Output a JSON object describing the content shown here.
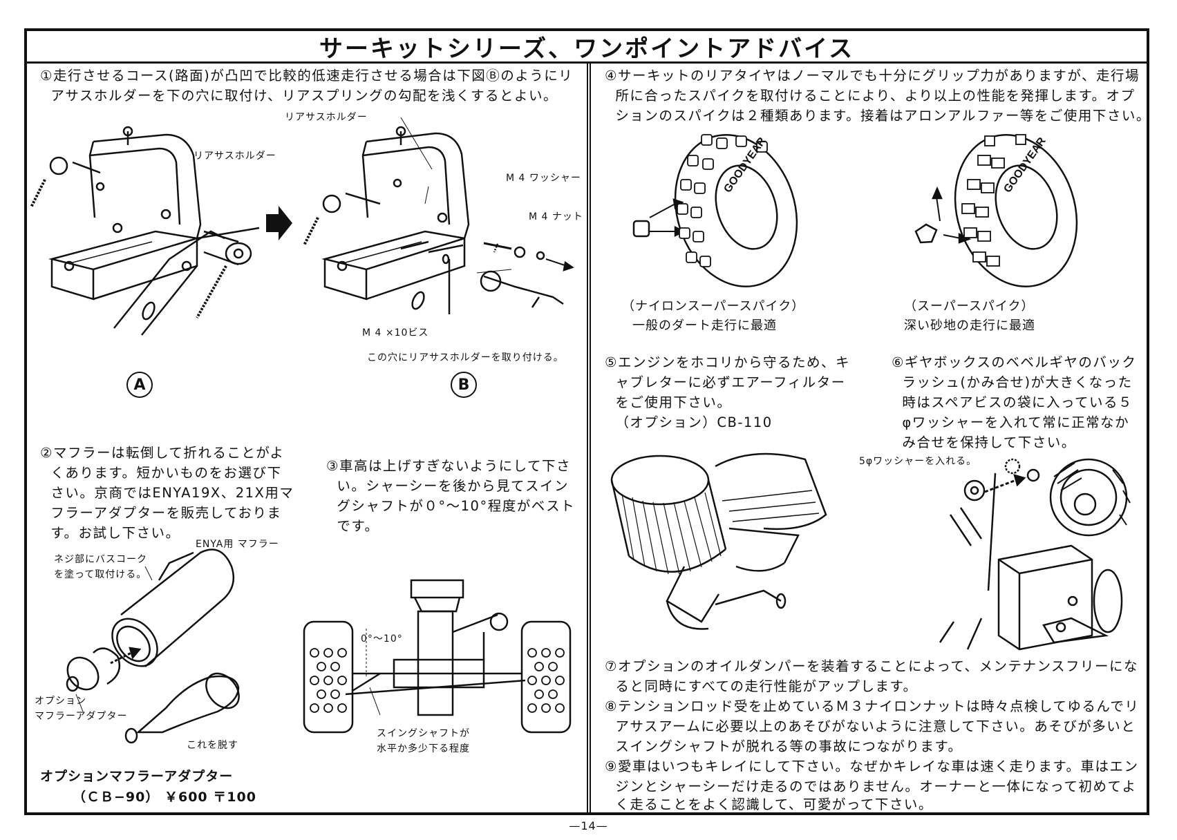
{
  "title": "サーキットシリーズ、ワンポイントアドバイス",
  "sections": {
    "s1": {
      "lines": [
        "①走行させるコース(路面)が凸凹で比較的低速走行させる場合は下図Ⓑのようにリ",
        "  アサスホルダーを下の穴に取付け、リアスプリングの勾配を浅くするとよい。"
      ]
    },
    "s1_labels": {
      "rear_holder_b": "リアサスホルダー",
      "rear_holder_a": "リアサスホルダー",
      "washer": "M 4 ワッシャー",
      "nut": "M 4 ナット",
      "screw": "M 4 ×10ビス",
      "hole_note": "この穴にリアサスホルダーを取り付ける。",
      "fig_a": "A",
      "fig_b": "B"
    },
    "s2": {
      "lines": [
        "②マフラーは転倒して折れることがよ",
        "  くあります。短かいものをお選び下",
        "  さい。京商ではENYA19X、21X用マ",
        "  フラーアダプターを販売しておりま",
        "  す。お試し下さい。"
      ]
    },
    "s2_labels": {
      "enya_muffler": "ENYA用 マフラー",
      "sealant_1": "ネジ部にバスコーク",
      "sealant_2": "を塗って取付ける。",
      "option_1": "オプション",
      "option_2": "マフラーアダプター",
      "remove": "これを脱す",
      "product_name": "オプションマフラーアダプター",
      "product_code": "（ＣＢ−90） ￥600 〒100"
    },
    "s3": {
      "lines": [
        "③車高は上げすぎないようにして下さ",
        "  い。シャーシーを後から見てスイン",
        "  グシャフトが０°〜10°程度がベスト",
        "  です。"
      ]
    },
    "s3_labels": {
      "angle": "0°〜10°",
      "swing_1": "スイングシャフトが",
      "swing_2": "水平か多少下る程度"
    },
    "s4": {
      "lines": [
        "④サーキットのリアタイヤはノーマルでも十分にグリップ力がありますが、走行場",
        "  所に合ったスパイクを取付けることにより、より以上の性能を発揮します。オプ",
        "  ションのスパイクは２種類あります。接着はアロンアルファー等をご使用下さい。"
      ]
    },
    "s4_labels": {
      "nylon_title": "（ナイロンスーパースパイク）",
      "nylon_desc": "一般のダート走行に最適",
      "super_title": "（スーパースパイク）",
      "super_desc": "深い砂地の走行に最適",
      "tire_brand": "GOODYEAR"
    },
    "s5": {
      "lines": [
        "⑤エンジンをホコリから守るため、キ",
        "  ャブレターに必ずエアーフィルター",
        "  をご使用下さい。",
        "  （オプション）CB-110"
      ]
    },
    "s6": {
      "lines": [
        "⑥ギヤボックスのベベルギヤのバック",
        "  ラッシュ(かみ合せ)が大きくなった",
        "  時はスペアビスの袋に入っている５",
        "  φワッシャーを入れて常に正常なか",
        "  み合せを保持して下さい。"
      ]
    },
    "s6_labels": {
      "washer_note": "5φワッシャーを入れる。"
    },
    "s789": {
      "lines": [
        "⑦オプションのオイルダンパーを装着することによって、メンテナンスフリーにな",
        "  ると同時にすべての走行性能がアップします。",
        "⑧テンションロッド受を止めているＭ３ナイロンナットは時々点検してゆるんでリ",
        "  アサスアームに必要以上のあそびがないように注意して下さい。あそびが多いと",
        "  スイングシャフトが脱れる等の事故につながります。",
        "⑨愛車はいつもキレイにして下さい。なぜかキレイな車は速く走ります。車はエン",
        "  ジンとシャーシーだけ走るのではありません。オーナーと一体になって初めてよ",
        "  く走ることをよく認識して、可愛がって下さい。"
      ]
    }
  },
  "page_number": "—14—"
}
